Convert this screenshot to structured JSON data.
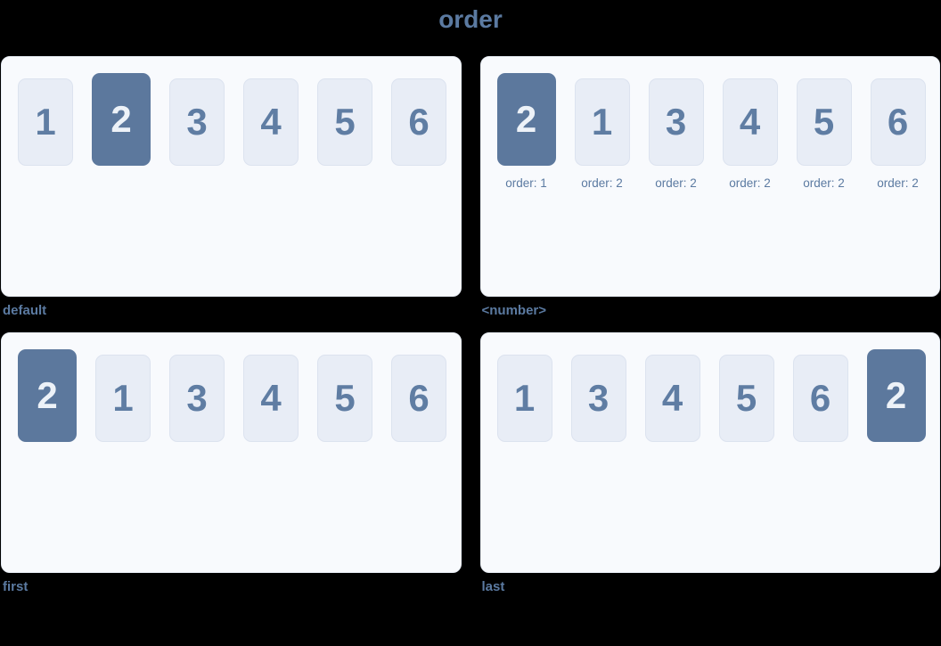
{
  "page": {
    "title": "order"
  },
  "theme": {
    "page_background": "#000000",
    "panel_background": "#f8fafd",
    "panel_border": "#e8edf5",
    "box_background": "#e8edf6",
    "box_border": "#dce3ef",
    "box_text": "#5f7da3",
    "highlight_background": "#5c789d",
    "highlight_text": "#edf2f8",
    "accent_text": "#5b7aa1"
  },
  "panels": [
    {
      "id": "default",
      "caption": "default",
      "items": [
        {
          "label": "1",
          "highlighted": false
        },
        {
          "label": "2",
          "highlighted": true
        },
        {
          "label": "3",
          "highlighted": false
        },
        {
          "label": "4",
          "highlighted": false
        },
        {
          "label": "5",
          "highlighted": false
        },
        {
          "label": "6",
          "highlighted": false
        }
      ]
    },
    {
      "id": "number",
      "caption": "<number>",
      "items": [
        {
          "label": "2",
          "highlighted": true,
          "order_label": "order: 1"
        },
        {
          "label": "1",
          "highlighted": false,
          "order_label": "order: 2"
        },
        {
          "label": "3",
          "highlighted": false,
          "order_label": "order: 2"
        },
        {
          "label": "4",
          "highlighted": false,
          "order_label": "order: 2"
        },
        {
          "label": "5",
          "highlighted": false,
          "order_label": "order: 2"
        },
        {
          "label": "6",
          "highlighted": false,
          "order_label": "order: 2"
        }
      ]
    },
    {
      "id": "first",
      "caption": "first",
      "items": [
        {
          "label": "2",
          "highlighted": true
        },
        {
          "label": "1",
          "highlighted": false
        },
        {
          "label": "3",
          "highlighted": false
        },
        {
          "label": "4",
          "highlighted": false
        },
        {
          "label": "5",
          "highlighted": false
        },
        {
          "label": "6",
          "highlighted": false
        }
      ]
    },
    {
      "id": "last",
      "caption": "last",
      "items": [
        {
          "label": "1",
          "highlighted": false
        },
        {
          "label": "3",
          "highlighted": false
        },
        {
          "label": "4",
          "highlighted": false
        },
        {
          "label": "5",
          "highlighted": false
        },
        {
          "label": "6",
          "highlighted": false
        },
        {
          "label": "2",
          "highlighted": true
        }
      ]
    }
  ]
}
